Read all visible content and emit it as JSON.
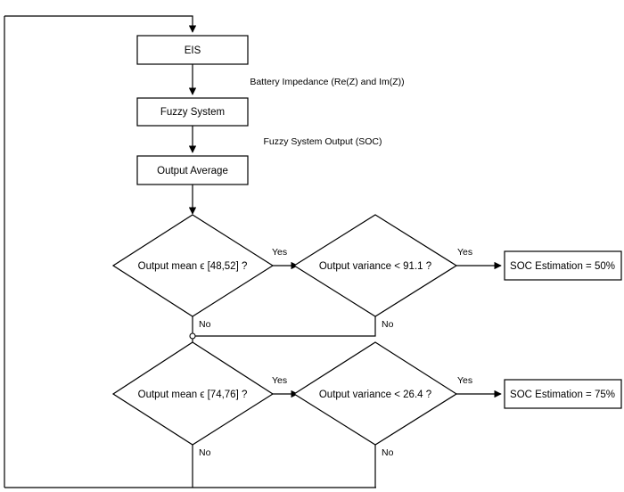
{
  "diagram": {
    "title_partial": "",
    "colors": {
      "stroke": "#000000",
      "fill": "#ffffff",
      "background": "#ffffff"
    },
    "process_nodes": [
      {
        "id": "eis",
        "label": "EIS"
      },
      {
        "id": "fuzzy-system",
        "label": "Fuzzy System"
      },
      {
        "id": "output-average",
        "label": "Output Average"
      }
    ],
    "decision_nodes": [
      {
        "id": "mean-50",
        "label": "Output mean ϵ [48,52] ?"
      },
      {
        "id": "variance-50",
        "label": "Output variance < 91.1 ?"
      },
      {
        "id": "mean-75",
        "label": "Output mean ϵ [74,76] ?"
      },
      {
        "id": "variance-75",
        "label": "Output variance < 26.4 ?"
      }
    ],
    "result_nodes": [
      {
        "id": "soc-50",
        "label": "SOC Estimation = 50%"
      },
      {
        "id": "soc-75",
        "label": "SOC Estimation = 75%"
      }
    ],
    "edge_labels": [
      {
        "id": "impedance",
        "label": "Battery Impedance (Re(Z) and Im(Z))"
      },
      {
        "id": "fuzzy-output",
        "label": "Fuzzy System Output (SOC)"
      }
    ],
    "branch_labels": {
      "yes": "Yes",
      "no": "No"
    },
    "branches": [
      {
        "id": "yes-mean-50",
        "label": "Yes"
      },
      {
        "id": "yes-variance-50",
        "label": "Yes"
      },
      {
        "id": "no-mean-50",
        "label": "No"
      },
      {
        "id": "no-variance-50",
        "label": "No"
      },
      {
        "id": "yes-mean-75",
        "label": "Yes"
      },
      {
        "id": "yes-variance-75",
        "label": "Yes"
      },
      {
        "id": "no-mean-75",
        "label": "No"
      },
      {
        "id": "no-variance-75",
        "label": "No"
      }
    ]
  }
}
